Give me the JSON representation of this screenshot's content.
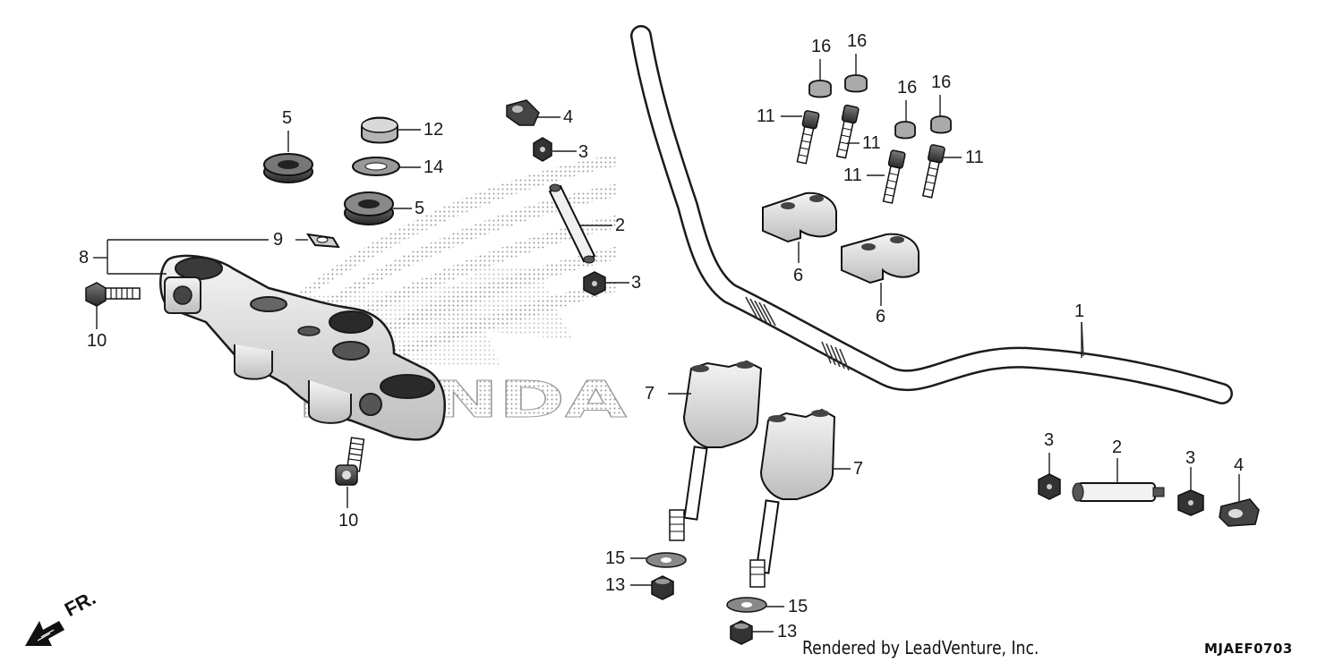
{
  "watermark": {
    "brand_text": "HONDA"
  },
  "direction": {
    "label": "FR."
  },
  "footer": {
    "credit": "Rendered by LeadVenture, Inc.",
    "diagram_code": "MJAEF0703"
  },
  "callouts": {
    "c1": "1",
    "c2_upper": "2",
    "c2_lower": "2",
    "c3_a": "3",
    "c3_b": "3",
    "c3_c": "3",
    "c3_d": "3",
    "c4_upper": "4",
    "c4_lower": "4",
    "c5_top": "5",
    "c5_right": "5",
    "c6_upper": "6",
    "c6_lower": "6",
    "c7_upper": "7",
    "c7_lower": "7",
    "c8": "8",
    "c9": "9",
    "c10_left": "10",
    "c10_bottom": "10",
    "c11_a": "11",
    "c11_b": "11",
    "c11_c": "11",
    "c11_d": "11",
    "c12": "12",
    "c13_left": "13",
    "c13_right": "13",
    "c14": "14",
    "c15_left": "15",
    "c15_right": "15",
    "c16_a": "16",
    "c16_b": "16",
    "c16_c": "16",
    "c16_d": "16"
  }
}
